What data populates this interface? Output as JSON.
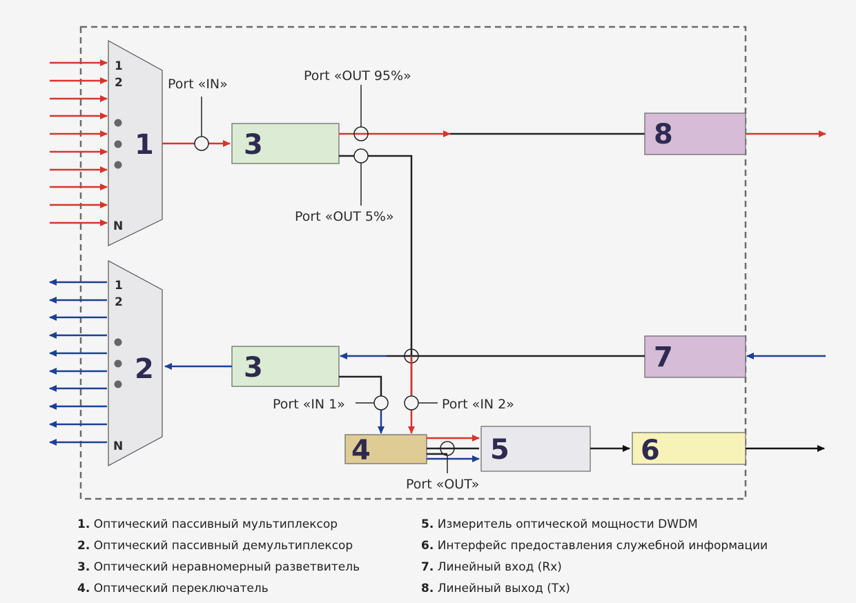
{
  "diagram": {
    "blocks": {
      "mux": "1",
      "demux": "2",
      "splitter_top": "3",
      "splitter_bottom": "3",
      "switch": "4",
      "meter": "5",
      "service_interface": "6",
      "line_in": "7",
      "line_out": "8"
    },
    "ports": {
      "in": "Port «IN»",
      "out95": "Port «OUT 95%»",
      "out5": "Port «OUT 5%»",
      "in1": "Port «IN 1»",
      "in2": "Port «IN 2»",
      "out": "Port «OUT»"
    },
    "channel_labels": {
      "first": "1",
      "second": "2",
      "last": "N"
    },
    "colors": {
      "red": "#d9342b",
      "blue": "#1c3f94",
      "green_box": "#dcebd3",
      "gray_box": "#e9e8ec",
      "purple_box": "#d6bcd6",
      "tan_box": "#dfcb94",
      "yellow_box": "#f7f3b8",
      "mux_fill": "#e8e8ea"
    }
  },
  "legend": [
    {
      "num": "1.",
      "text": " Оптический пассивный мультиплексор"
    },
    {
      "num": "2.",
      "text": " Оптический пассивный демультиплексор"
    },
    {
      "num": "3.",
      "text": " Оптический неравномерный разветвитель"
    },
    {
      "num": "4.",
      "text": " Оптический переключатель"
    },
    {
      "num": "5.",
      "text": " Измеритель оптической мощности DWDM"
    },
    {
      "num": "6.",
      "text": " Интерфейс предоставления служебной информации"
    },
    {
      "num": "7.",
      "text": " Линейный вход (Rx)"
    },
    {
      "num": "8.",
      "text": " Линейный выход (Tx)"
    }
  ]
}
